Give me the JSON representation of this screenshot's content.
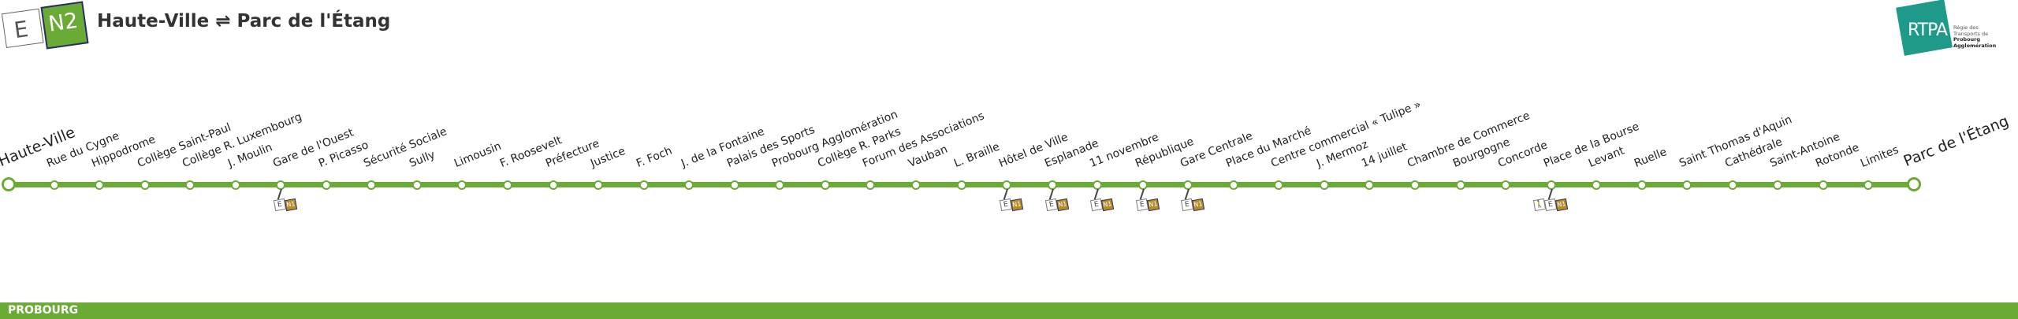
{
  "header": {
    "network_badge": "E",
    "line_badge": "N2",
    "title": "Haute-Ville ⇌ Parc de l'Étang"
  },
  "logo": {
    "name": "RTPA",
    "subtitle_line1": "Régie des",
    "subtitle_line2": "Transports de",
    "subtitle_line3": "Probourg Agglomération"
  },
  "colors": {
    "line": "#6aab35",
    "n1": "#b88d26",
    "logo": "#1f9a8a"
  },
  "connection_labels": {
    "e": "E",
    "n1": "N1",
    "walk": "🚶"
  },
  "stations": [
    {
      "name": "Haute-Ville",
      "terminus": true
    },
    {
      "name": "Rue du Cygne"
    },
    {
      "name": "Hippodrome"
    },
    {
      "name": "Collège Saint-Paul"
    },
    {
      "name": "Collège R. Luxembourg"
    },
    {
      "name": "J. Moulin"
    },
    {
      "name": "Gare de l'Ouest",
      "connections": [
        "E",
        "N1"
      ]
    },
    {
      "name": "P. Picasso"
    },
    {
      "name": "Sécurité Sociale"
    },
    {
      "name": "Sully"
    },
    {
      "name": "Limousin"
    },
    {
      "name": "F. Roosevelt"
    },
    {
      "name": "Préfecture"
    },
    {
      "name": "Justice"
    },
    {
      "name": "F. Foch"
    },
    {
      "name": "J. de la Fontaine"
    },
    {
      "name": "Palais des Sports"
    },
    {
      "name": "Probourg Agglomération"
    },
    {
      "name": "Collège R. Parks"
    },
    {
      "name": "Forum des Associations"
    },
    {
      "name": "Vauban"
    },
    {
      "name": "L. Braille"
    },
    {
      "name": "Hôtel de Ville",
      "connections": [
        "E",
        "N1"
      ]
    },
    {
      "name": "Esplanade",
      "connections": [
        "E",
        "N1"
      ]
    },
    {
      "name": "11 novembre",
      "connections": [
        "E",
        "N1"
      ]
    },
    {
      "name": "République",
      "connections": [
        "E",
        "N1"
      ]
    },
    {
      "name": "Gare Centrale",
      "connections": [
        "E",
        "N1"
      ]
    },
    {
      "name": "Place du Marché"
    },
    {
      "name": "Centre commercial « Tulipe »"
    },
    {
      "name": "J. Mermoz"
    },
    {
      "name": "14 juillet"
    },
    {
      "name": "Chambre de Commerce"
    },
    {
      "name": "Bourgogne"
    },
    {
      "name": "Concorde"
    },
    {
      "name": "Place de la Bourse",
      "connections": [
        "walk",
        "E",
        "N1"
      ]
    },
    {
      "name": "Levant"
    },
    {
      "name": "Ruelle"
    },
    {
      "name": "Saint Thomas d'Aquin"
    },
    {
      "name": "Cathédrale"
    },
    {
      "name": "Saint-Antoine"
    },
    {
      "name": "Rotonde"
    },
    {
      "name": "Limites"
    },
    {
      "name": "Parc de l'Étang",
      "terminus": true
    }
  ],
  "footer": {
    "region": "PROBOURG"
  }
}
